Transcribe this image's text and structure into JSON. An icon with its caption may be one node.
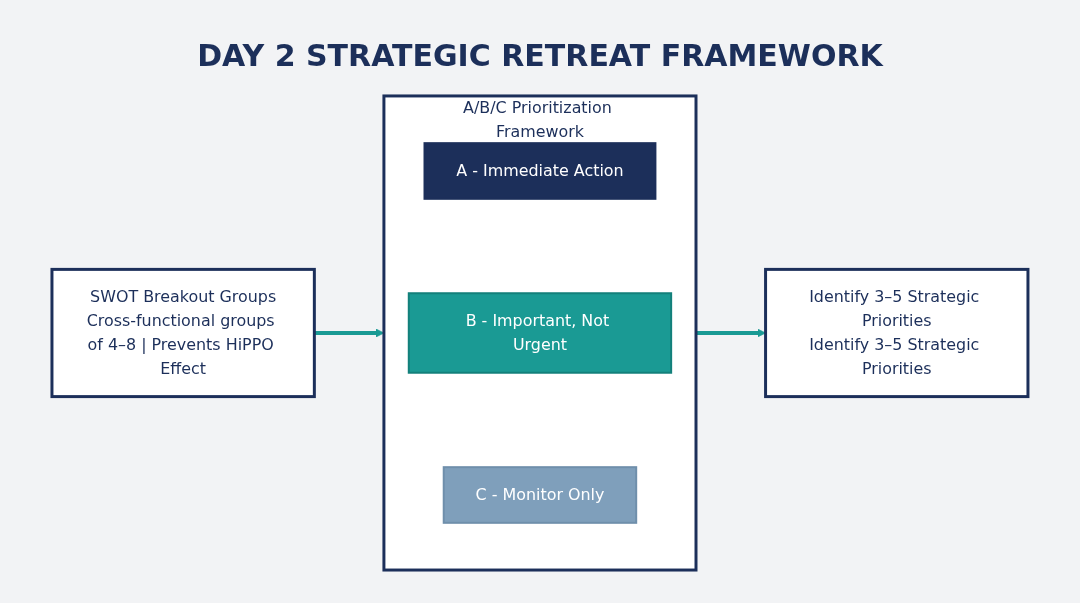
{
  "diagram": {
    "title": "DAY 2 STRATEGIC RETREAT FRAMEWORK",
    "nodes": [
      {
        "text": [
          "SWOT Breakout Groups",
          "Cross-functional groups of 4–8 | Prevents HiPPO Effect"
        ]
      },
      {
        "text": [
          "A/B/C Prioritization Framework"
        ]
      },
      {
        "text": [
          "A - Immediate Action"
        ],
        "in": 1
      },
      {
        "text": [
          "B - Important, Not Urgent"
        ],
        "in": 1
      },
      {
        "text": [
          "C - Monitor Only"
        ],
        "in": 1
      },
      {
        "text": [
          "Identify 3–5 Strategic Priorities",
          "Identify 3–5 Strategic Priorities"
        ]
      }
    ],
    "edges": [
      {
        "from": 0,
        "to": 1,
        "arrow": "to"
      },
      {
        "from": 1,
        "to": 5,
        "arrow": "to"
      }
    ]
  }
}
